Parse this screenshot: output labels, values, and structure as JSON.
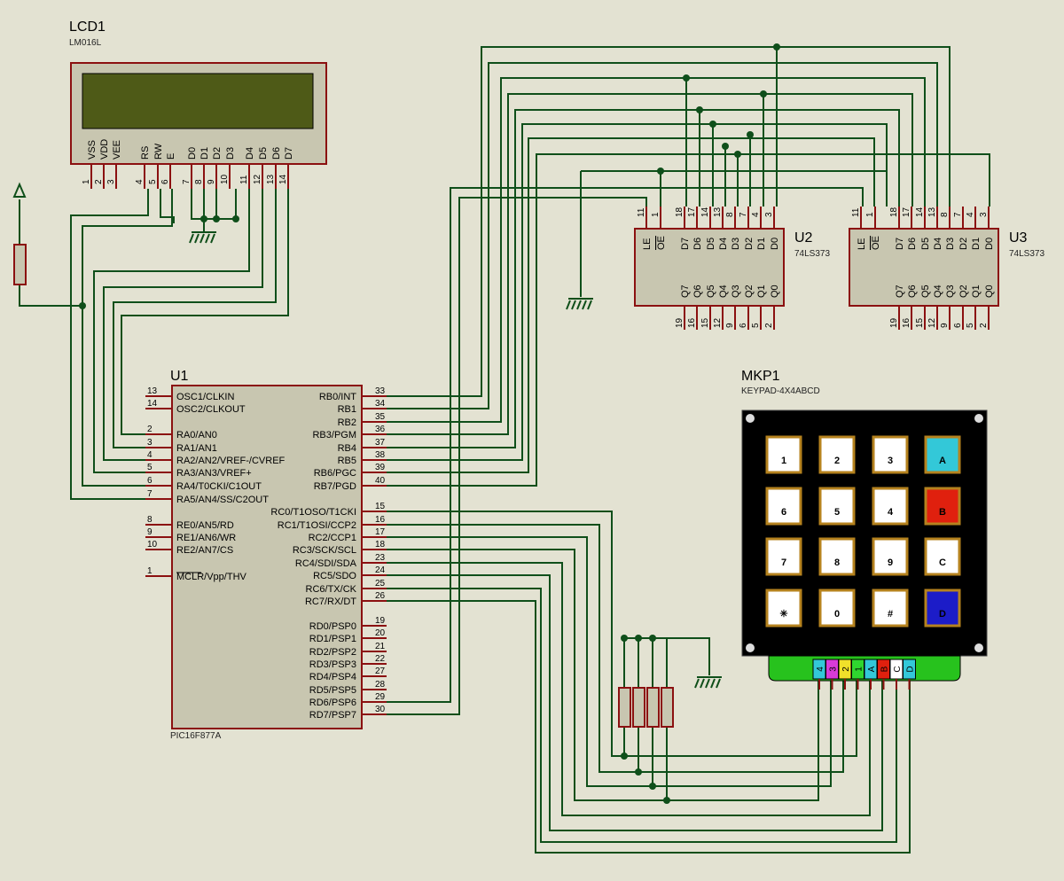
{
  "colors": {
    "wire": "#0f4f1a",
    "pin": "#8b1010",
    "body": "#c8c6b0",
    "background": "#e3e2d2",
    "lcd_screen": "#4e5a17",
    "keypad_body": "#000000",
    "keypad_connector": "#27c21d"
  },
  "lcd": {
    "ref": "LCD1",
    "part": "LM016L",
    "pins": [
      {
        "name": "VSS",
        "num": "1"
      },
      {
        "name": "VDD",
        "num": "2"
      },
      {
        "name": "VEE",
        "num": "3"
      },
      {
        "name": "RS",
        "num": "4"
      },
      {
        "name": "RW",
        "num": "5"
      },
      {
        "name": "E",
        "num": "6"
      },
      {
        "name": "D0",
        "num": "7"
      },
      {
        "name": "D1",
        "num": "8"
      },
      {
        "name": "D2",
        "num": "9"
      },
      {
        "name": "D3",
        "num": "10"
      },
      {
        "name": "D4",
        "num": "11"
      },
      {
        "name": "D5",
        "num": "12"
      },
      {
        "name": "D6",
        "num": "13"
      },
      {
        "name": "D7",
        "num": "14"
      }
    ]
  },
  "mcu": {
    "ref": "U1",
    "part": "PIC16F877A",
    "left_pins": [
      {
        "name": "OSC1/CLKIN",
        "num": "13"
      },
      {
        "name": "OSC2/CLKOUT",
        "num": "14"
      },
      {
        "name": "RA0/AN0",
        "num": "2"
      },
      {
        "name": "RA1/AN1",
        "num": "3"
      },
      {
        "name": "RA2/AN2/VREF-/CVREF",
        "num": "4"
      },
      {
        "name": "RA3/AN3/VREF+",
        "num": "5"
      },
      {
        "name": "RA4/T0CKI/C1OUT",
        "num": "6"
      },
      {
        "name": "RA5/AN4/SS/C2OUT",
        "num": "7"
      },
      {
        "name": "RE0/AN5/RD",
        "num": "8"
      },
      {
        "name": "RE1/AN6/WR",
        "num": "9"
      },
      {
        "name": "RE2/AN7/CS",
        "num": "10"
      },
      {
        "name": "MCLR/Vpp/THV",
        "num": "1"
      }
    ],
    "right_pins": [
      {
        "name": "RB0/INT",
        "num": "33"
      },
      {
        "name": "RB1",
        "num": "34"
      },
      {
        "name": "RB2",
        "num": "35"
      },
      {
        "name": "RB3/PGM",
        "num": "36"
      },
      {
        "name": "RB4",
        "num": "37"
      },
      {
        "name": "RB5",
        "num": "38"
      },
      {
        "name": "RB6/PGC",
        "num": "39"
      },
      {
        "name": "RB7/PGD",
        "num": "40"
      },
      {
        "name": "RC0/T1OSO/T1CKI",
        "num": "15"
      },
      {
        "name": "RC1/T1OSI/CCP2",
        "num": "16"
      },
      {
        "name": "RC2/CCP1",
        "num": "17"
      },
      {
        "name": "RC3/SCK/SCL",
        "num": "18"
      },
      {
        "name": "RC4/SDI/SDA",
        "num": "23"
      },
      {
        "name": "RC5/SDO",
        "num": "24"
      },
      {
        "name": "RC6/TX/CK",
        "num": "25"
      },
      {
        "name": "RC7/RX/DT",
        "num": "26"
      },
      {
        "name": "RD0/PSP0",
        "num": "19"
      },
      {
        "name": "RD1/PSP1",
        "num": "20"
      },
      {
        "name": "RD2/PSP2",
        "num": "21"
      },
      {
        "name": "RD3/PSP3",
        "num": "22"
      },
      {
        "name": "RD4/PSP4",
        "num": "27"
      },
      {
        "name": "RD5/PSP5",
        "num": "28"
      },
      {
        "name": "RD6/PSP6",
        "num": "29"
      },
      {
        "name": "RD7/PSP7",
        "num": "30"
      }
    ]
  },
  "latches": [
    {
      "ref": "U2",
      "part": "74LS373",
      "top_pins": [
        {
          "name": "LE",
          "num": "11"
        },
        {
          "name": "OE",
          "num": "1"
        },
        {
          "name": "D7",
          "num": "18"
        },
        {
          "name": "D6",
          "num": "17"
        },
        {
          "name": "D5",
          "num": "14"
        },
        {
          "name": "D4",
          "num": "13"
        },
        {
          "name": "D3",
          "num": "8"
        },
        {
          "name": "D2",
          "num": "7"
        },
        {
          "name": "D1",
          "num": "4"
        },
        {
          "name": "D0",
          "num": "3"
        }
      ],
      "bottom_pins": [
        {
          "name": "Q7",
          "num": "19"
        },
        {
          "name": "Q6",
          "num": "16"
        },
        {
          "name": "Q5",
          "num": "15"
        },
        {
          "name": "Q4",
          "num": "12"
        },
        {
          "name": "Q3",
          "num": "9"
        },
        {
          "name": "Q2",
          "num": "6"
        },
        {
          "name": "Q1",
          "num": "5"
        },
        {
          "name": "Q0",
          "num": "2"
        }
      ]
    },
    {
      "ref": "U3",
      "part": "74LS373",
      "top_pins": [
        {
          "name": "LE",
          "num": "11"
        },
        {
          "name": "OE",
          "num": "1"
        },
        {
          "name": "D7",
          "num": "18"
        },
        {
          "name": "D6",
          "num": "17"
        },
        {
          "name": "D5",
          "num": "14"
        },
        {
          "name": "D4",
          "num": "13"
        },
        {
          "name": "D3",
          "num": "8"
        },
        {
          "name": "D2",
          "num": "7"
        },
        {
          "name": "D1",
          "num": "4"
        },
        {
          "name": "D0",
          "num": "3"
        }
      ],
      "bottom_pins": [
        {
          "name": "Q7",
          "num": "19"
        },
        {
          "name": "Q6",
          "num": "16"
        },
        {
          "name": "Q5",
          "num": "15"
        },
        {
          "name": "Q4",
          "num": "12"
        },
        {
          "name": "Q3",
          "num": "9"
        },
        {
          "name": "Q2",
          "num": "6"
        },
        {
          "name": "Q1",
          "num": "5"
        },
        {
          "name": "Q0",
          "num": "2"
        }
      ]
    }
  ],
  "keypad": {
    "ref": "MKP1",
    "part": "KEYPAD-4X4ABCD",
    "col_labels": [
      "1",
      "2",
      "3",
      "4"
    ],
    "col_label_colors": [
      "#2fd62f",
      "#f0e02a",
      "#d83bd8",
      "#33c8d8"
    ],
    "row_labels": [
      "A",
      "B",
      "C",
      "D"
    ],
    "row_label_colors": [
      "#33c8d8",
      "#d81e1e",
      "#ffffff",
      "#33c8d8"
    ],
    "keys": [
      [
        {
          "label": "1",
          "bg": "#ffffff",
          "fg": "#000000"
        },
        {
          "label": "2",
          "bg": "#ffffff",
          "fg": "#000000"
        },
        {
          "label": "3",
          "bg": "#ffffff",
          "fg": "#000000"
        },
        {
          "label": "A",
          "bg": "#33c8d8",
          "fg": "#b0601c"
        }
      ],
      [
        {
          "label": "6",
          "bg": "#ffffff",
          "fg": "#000000"
        },
        {
          "label": "5",
          "bg": "#ffffff",
          "fg": "#000000"
        },
        {
          "label": "4",
          "bg": "#ffffff",
          "fg": "#000000"
        },
        {
          "label": "B",
          "bg": "#e0200e",
          "fg": "#b0601c"
        }
      ],
      [
        {
          "label": "7",
          "bg": "#ffffff",
          "fg": "#000000"
        },
        {
          "label": "8",
          "bg": "#ffffff",
          "fg": "#000000"
        },
        {
          "label": "9",
          "bg": "#ffffff",
          "fg": "#000000"
        },
        {
          "label": "C",
          "bg": "#ffffff",
          "fg": "#b0601c"
        }
      ],
      [
        {
          "label": "✳",
          "bg": "#ffffff",
          "fg": "#000000"
        },
        {
          "label": "0",
          "bg": "#ffffff",
          "fg": "#000000"
        },
        {
          "label": "#",
          "bg": "#ffffff",
          "fg": "#000000"
        },
        {
          "label": "D",
          "bg": "#1c1cc8",
          "fg": "#b0601c"
        }
      ]
    ],
    "connector": [
      {
        "label": "4",
        "color": "#33c8d8"
      },
      {
        "label": "3",
        "color": "#d83bd8"
      },
      {
        "label": "2",
        "color": "#f0e02a"
      },
      {
        "label": "1",
        "color": "#2fd62f"
      },
      {
        "label": "A",
        "color": "#33c8d8"
      },
      {
        "label": "B",
        "color": "#e0200e"
      },
      {
        "label": "C",
        "color": "#ffffff"
      },
      {
        "label": "D",
        "color": "#33c8d8"
      }
    ]
  }
}
